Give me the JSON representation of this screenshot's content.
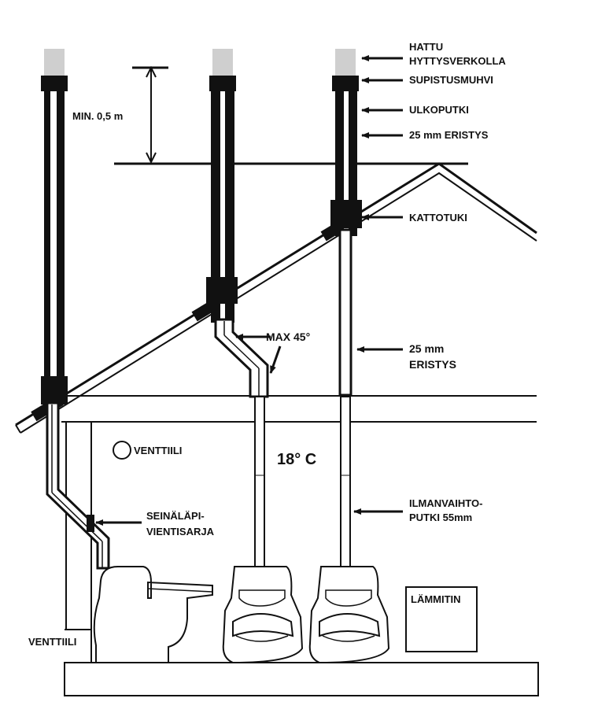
{
  "labels": {
    "cap_line1": "HATTU",
    "cap_line2": "HYTTYSVERKOLLA",
    "reducer": "SUPISTUSMUHVI",
    "outer_pipe": "ULKOPUTKI",
    "insulation_top": "25 mm ERISTYS",
    "roof_support": "KATTOTUKI",
    "max_angle": "MAX 45°",
    "insulation_mid_line1": "25 mm",
    "insulation_mid_line2": "ERISTYS",
    "min_height": "MIN. 0,5 m",
    "valve_room": "VENTTIILI",
    "temperature": "18° C",
    "wall_kit_line1": "SEINÄLÄPI-",
    "wall_kit_line2": "VIENTISARJA",
    "vent_pipe_line1": "ILMANVAIHTO-",
    "vent_pipe_line2": "PUTKI 55mm",
    "heater": "LÄMMITIN",
    "valve_wall": "VENTTIILI"
  },
  "colors": {
    "line": "#111111",
    "cap": "#cfcfcf",
    "pipe_fill": "#ffffff"
  }
}
